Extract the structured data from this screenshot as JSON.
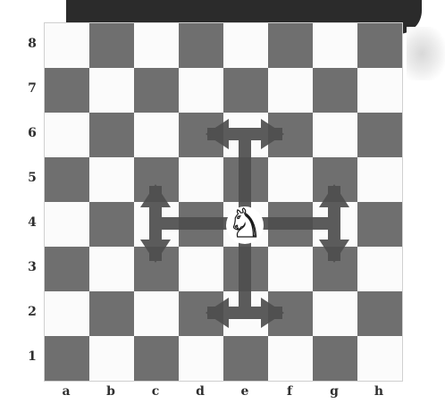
{
  "board": {
    "ranks": [
      "8",
      "7",
      "6",
      "5",
      "4",
      "3",
      "2",
      "1"
    ],
    "files": [
      "a",
      "b",
      "c",
      "d",
      "e",
      "f",
      "g",
      "h"
    ],
    "piece": {
      "type": "knight",
      "color": "white",
      "square": "e4"
    },
    "knight_targets": [
      "d6",
      "f6",
      "c5",
      "g5",
      "c3",
      "g3",
      "d2",
      "f2"
    ],
    "dark_square_color": "#6f6f6f",
    "light_square_color": "#fbfbfb",
    "path_color": "#4e4e4e"
  }
}
